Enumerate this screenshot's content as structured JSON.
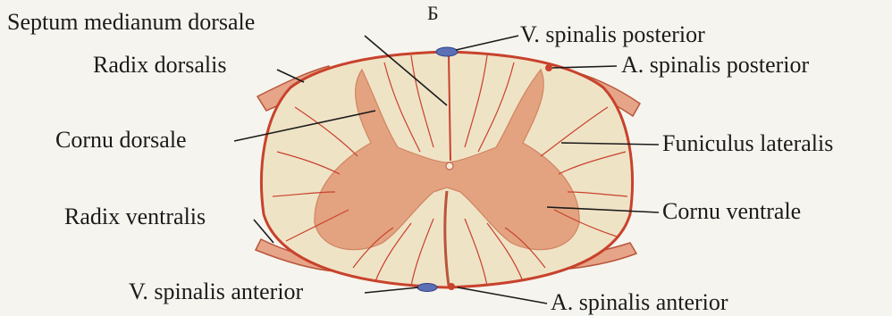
{
  "figure": {
    "panel_letter": "Б"
  },
  "labels": {
    "septum_medianum_dorsale": "Septum medianum dorsale",
    "v_spinalis_posterior": "V. spinalis posterior",
    "radix_dorsalis": "Radix dorsalis",
    "a_spinalis_posterior": "A. spinalis posterior",
    "cornu_dorsale": "Cornu dorsale",
    "funiculus_lateralis": "Funiculus lateralis",
    "radix_ventralis": "Radix ventralis",
    "cornu_ventrale": "Cornu ventrale",
    "v_spinalis_anterior": "V. spinalis anterior",
    "a_spinalis_anterior": "A. spinalis anterior"
  },
  "colors": {
    "white_matter": "#efe3c6",
    "grey_matter": "#e3a07d",
    "vessel_red": "#c8422c",
    "vein_blue": "#5b6fb5",
    "root": "#e6a488",
    "background": "#f6f4ee"
  }
}
